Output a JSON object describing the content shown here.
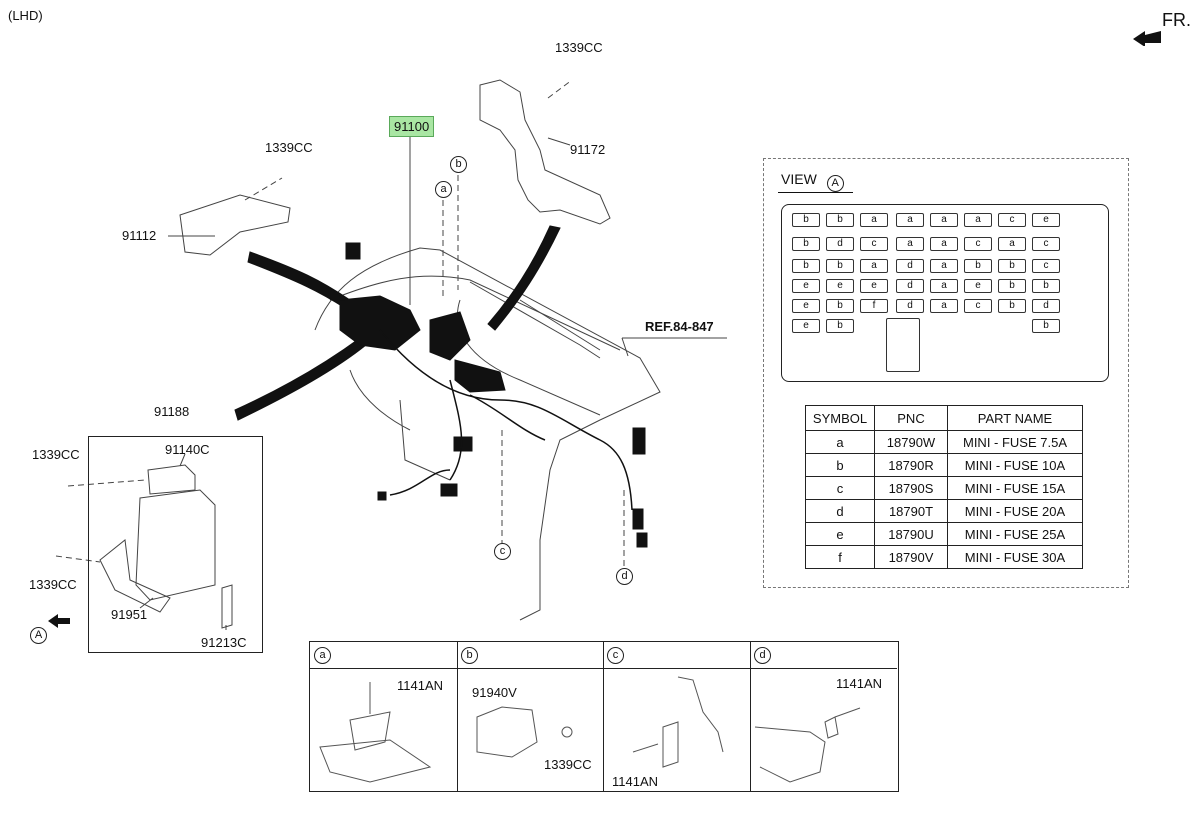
{
  "header": {
    "variant": "(LHD)",
    "front": "FR."
  },
  "parts": {
    "p_91100": "91100",
    "p_91172": "91172",
    "p_1339cc_top": "1339CC",
    "p_1339cc_left": "1339CC",
    "p_91112": "91112",
    "p_91188": "91188",
    "p_91140c": "91140C",
    "p_1339cc_a": "1339CC",
    "p_1339cc_b": "1339CC",
    "p_91951": "91951",
    "p_91213c": "91213C",
    "ref": "REF.84-847",
    "view_arrow_label": "A"
  },
  "callouts": {
    "a": "a",
    "b": "b",
    "c": "c",
    "d": "d"
  },
  "view": {
    "title": "VIEW",
    "circle": "A",
    "fuse_rows": [
      [
        "b",
        "b",
        "a",
        "a",
        "a",
        "a",
        "c",
        "e"
      ],
      [
        "b",
        "d",
        "c",
        "a",
        "a",
        "c",
        "a",
        "c"
      ],
      [
        "b",
        "b",
        "a",
        "d",
        "a",
        "b",
        "b",
        "c"
      ],
      [
        "e",
        "e",
        "e",
        "d",
        "a",
        "e",
        "b",
        "b"
      ],
      [
        "e",
        "b",
        "f",
        "d",
        "a",
        "c",
        "b",
        "d"
      ],
      [
        "e",
        "b",
        "",
        "",
        "",
        "",
        "",
        "b"
      ]
    ]
  },
  "table": {
    "headers": [
      "SYMBOL",
      "PNC",
      "PART NAME"
    ],
    "rows": [
      [
        "a",
        "18790W",
        "MINI - FUSE 7.5A"
      ],
      [
        "b",
        "18790R",
        "MINI - FUSE 10A"
      ],
      [
        "c",
        "18790S",
        "MINI - FUSE 15A"
      ],
      [
        "d",
        "18790T",
        "MINI - FUSE 20A"
      ],
      [
        "e",
        "18790U",
        "MINI - FUSE 25A"
      ],
      [
        "f",
        "18790V",
        "MINI - FUSE 30A"
      ]
    ]
  },
  "details": [
    {
      "key": "a",
      "labels": [
        "1141AN"
      ]
    },
    {
      "key": "b",
      "labels": [
        "91940V",
        "1339CC"
      ]
    },
    {
      "key": "c",
      "labels": [
        "1141AN"
      ]
    },
    {
      "key": "d",
      "labels": [
        "1141AN"
      ]
    }
  ]
}
